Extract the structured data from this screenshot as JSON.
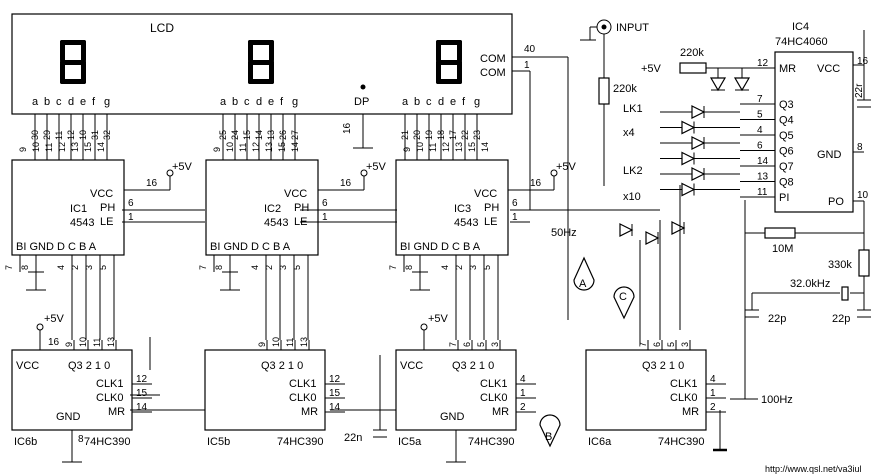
{
  "lcd": {
    "title": "LCD",
    "seg_letters": [
      "a",
      "b",
      "c",
      "d",
      "e",
      "f",
      "g"
    ],
    "dp": "DP",
    "com": "COM",
    "com_pins": [
      "40",
      "1"
    ],
    "digit1_pins": [
      "30",
      "29",
      "11",
      "12",
      "10",
      "31",
      "32"
    ],
    "digit2_pins": [
      "25",
      "24",
      "15",
      "14",
      "13",
      "26",
      "27"
    ],
    "digit3_pins": [
      "21",
      "20",
      "19",
      "18",
      "17",
      "22",
      "23"
    ],
    "dp_pin": "16"
  },
  "decoders": [
    {
      "id": "IC1",
      "part": "4543"
    },
    {
      "id": "IC2",
      "part": "4543"
    },
    {
      "id": "IC3",
      "part": "4543"
    }
  ],
  "decoder_labels": {
    "vcc": "VCC",
    "ph": "PH",
    "le": "LE",
    "bottom": "BI GND D C B A"
  },
  "decoder_pins": {
    "seg": [
      "9",
      "10",
      "11",
      "12",
      "13",
      "15",
      "14"
    ],
    "vcc": "16",
    "ph": "6",
    "le": "1",
    "bi": "7",
    "gnd": "8",
    "d": "4",
    "c": "2",
    "b": "3",
    "a": "5"
  },
  "counters": [
    {
      "id": "IC6b",
      "part": "74HC390"
    },
    {
      "id": "IC5b",
      "part": "74HC390"
    },
    {
      "id": "IC5a",
      "part": "74HC390"
    },
    {
      "id": "IC6a",
      "part": "74HC390"
    }
  ],
  "counter_labels": {
    "vcc": "VCC",
    "q": "Q3 2 1 0",
    "clk1": "CLK1",
    "clk0": "CLK0",
    "mr": "MR",
    "gnd": "GND"
  },
  "counter_pins": {
    "b": [
      "9",
      "10",
      "11",
      "13",
      "12",
      "15",
      "14",
      "16",
      "8"
    ],
    "a": [
      "7",
      "6",
      "5",
      "3",
      "4",
      "1",
      "2"
    ]
  },
  "ic4": {
    "id": "IC4",
    "part": "74HC4060",
    "pins_left": [
      {
        "num": "12",
        "label": "MR"
      },
      {
        "num": "7",
        "label": "Q3"
      },
      {
        "num": "5",
        "label": "Q4"
      },
      {
        "num": "4",
        "label": "Q5"
      },
      {
        "num": "6",
        "label": "Q6"
      },
      {
        "num": "14",
        "label": "Q7"
      },
      {
        "num": "13",
        "label": "Q8"
      },
      {
        "num": "11",
        "label": "PI"
      }
    ],
    "vcc": "VCC",
    "gnd": "GND",
    "po": "PO",
    "vcc_pin": "16",
    "gnd_pin": "8",
    "po_pin": "10"
  },
  "labels": {
    "input": "INPUT",
    "plus5v": "+5V",
    "r_220k": "220k",
    "r_220k_2": "220k",
    "lk1": "LK1",
    "x4": "x4",
    "lk2": "LK2",
    "x10": "x10",
    "hz50": "50Hz",
    "hz100": "100Hz",
    "r_10m": "10M",
    "r_330k": "330k",
    "crystal": "32.0kHz",
    "c_22p_1": "22p",
    "c_22p_2": "22p",
    "c_22r": "22r",
    "c_22n": "22n",
    "mark_a": "A",
    "mark_b": "B",
    "mark_c": "C",
    "url": "http://www.qsl.net/va3iul"
  }
}
